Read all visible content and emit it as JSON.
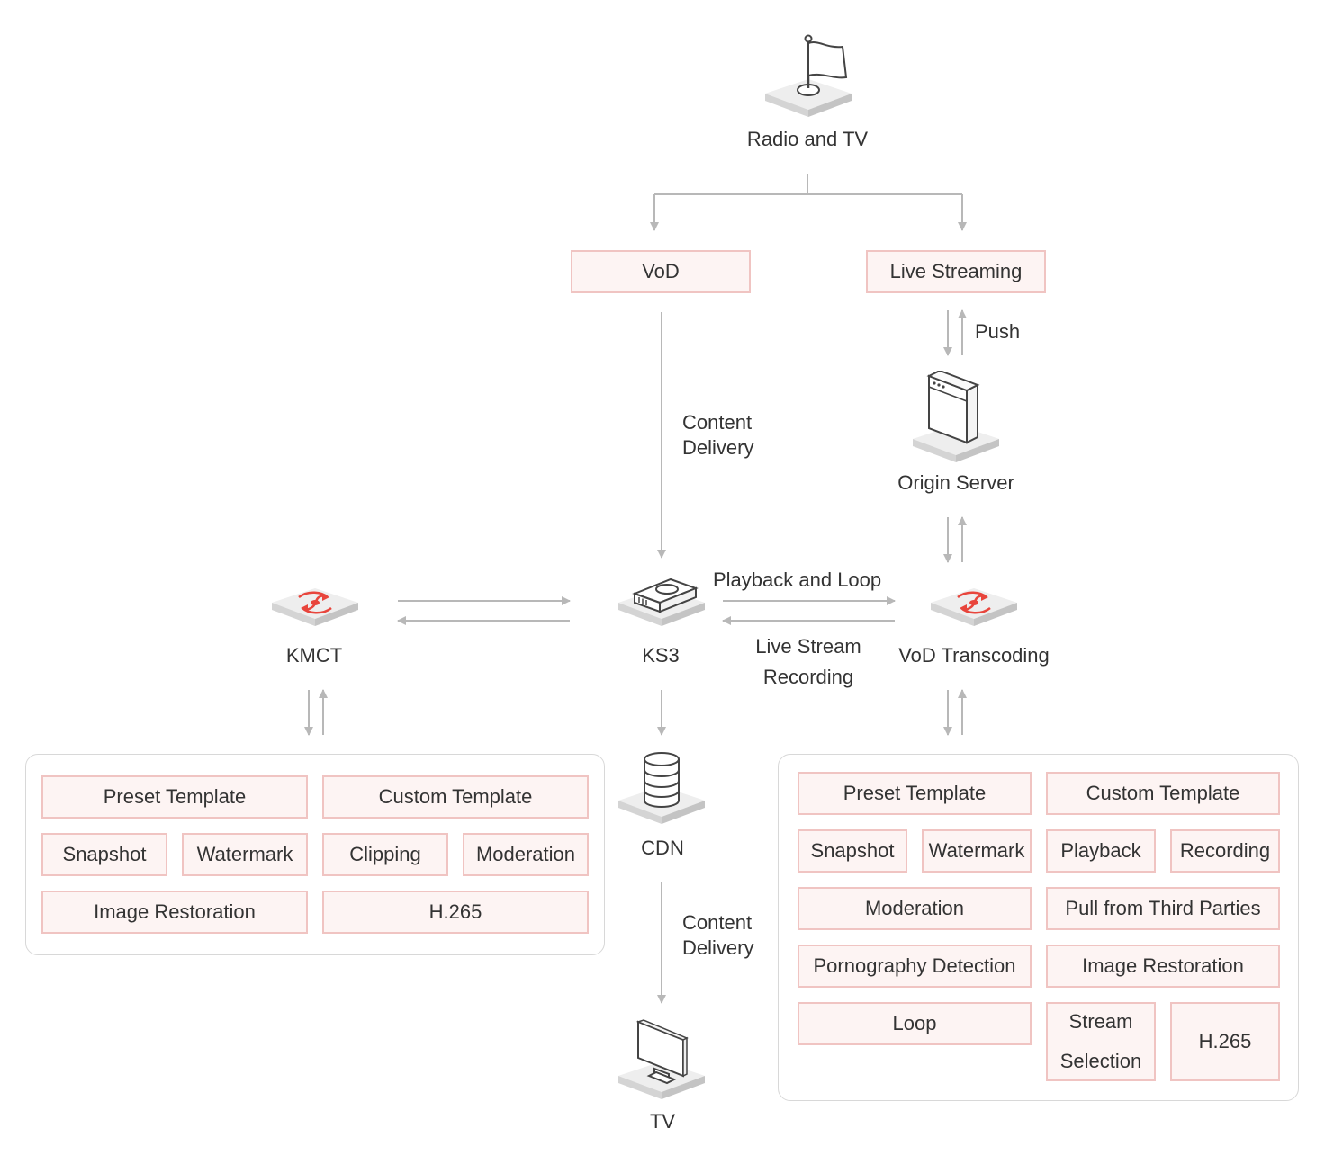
{
  "nodes": {
    "radio_tv": "Radio and TV",
    "vod": "VoD",
    "live_streaming": "Live Streaming",
    "origin_server": "Origin Server",
    "kmct": "KMCT",
    "ks3": "KS3",
    "vod_transcoding": "VoD Transcoding",
    "cdn": "CDN",
    "tv": "TV"
  },
  "edges": {
    "content_delivery_top": "Content Delivery",
    "push": "Push",
    "playback_loop": "Playback and Loop",
    "live_stream_recording": "Live Stream Recording",
    "content_delivery_bottom": "Content Delivery"
  },
  "kmct_features": {
    "preset_template": "Preset Template",
    "custom_template": "Custom Template",
    "snapshot": "Snapshot",
    "watermark": "Watermark",
    "clipping": "Clipping",
    "moderation": "Moderation",
    "image_restoration": "Image Restoration",
    "h265": "H.265"
  },
  "transcoding_features": {
    "preset_template": "Preset Template",
    "custom_template": "Custom Template",
    "snapshot": "Snapshot",
    "watermark": "Watermark",
    "playback": "Playback",
    "recording": "Recording",
    "moderation": "Moderation",
    "pull_third_parties": "Pull from Third Parties",
    "porn_detection": "Pornography Detection",
    "image_restoration": "Image Restoration",
    "loop": "Loop",
    "stream_selection": "Stream Selection",
    "h265": "H.265"
  },
  "colors": {
    "tag_fill": "#fdf4f3",
    "tag_border": "#f0c4c2",
    "accent_red": "#e8453c",
    "line": "#b8b8b8"
  }
}
